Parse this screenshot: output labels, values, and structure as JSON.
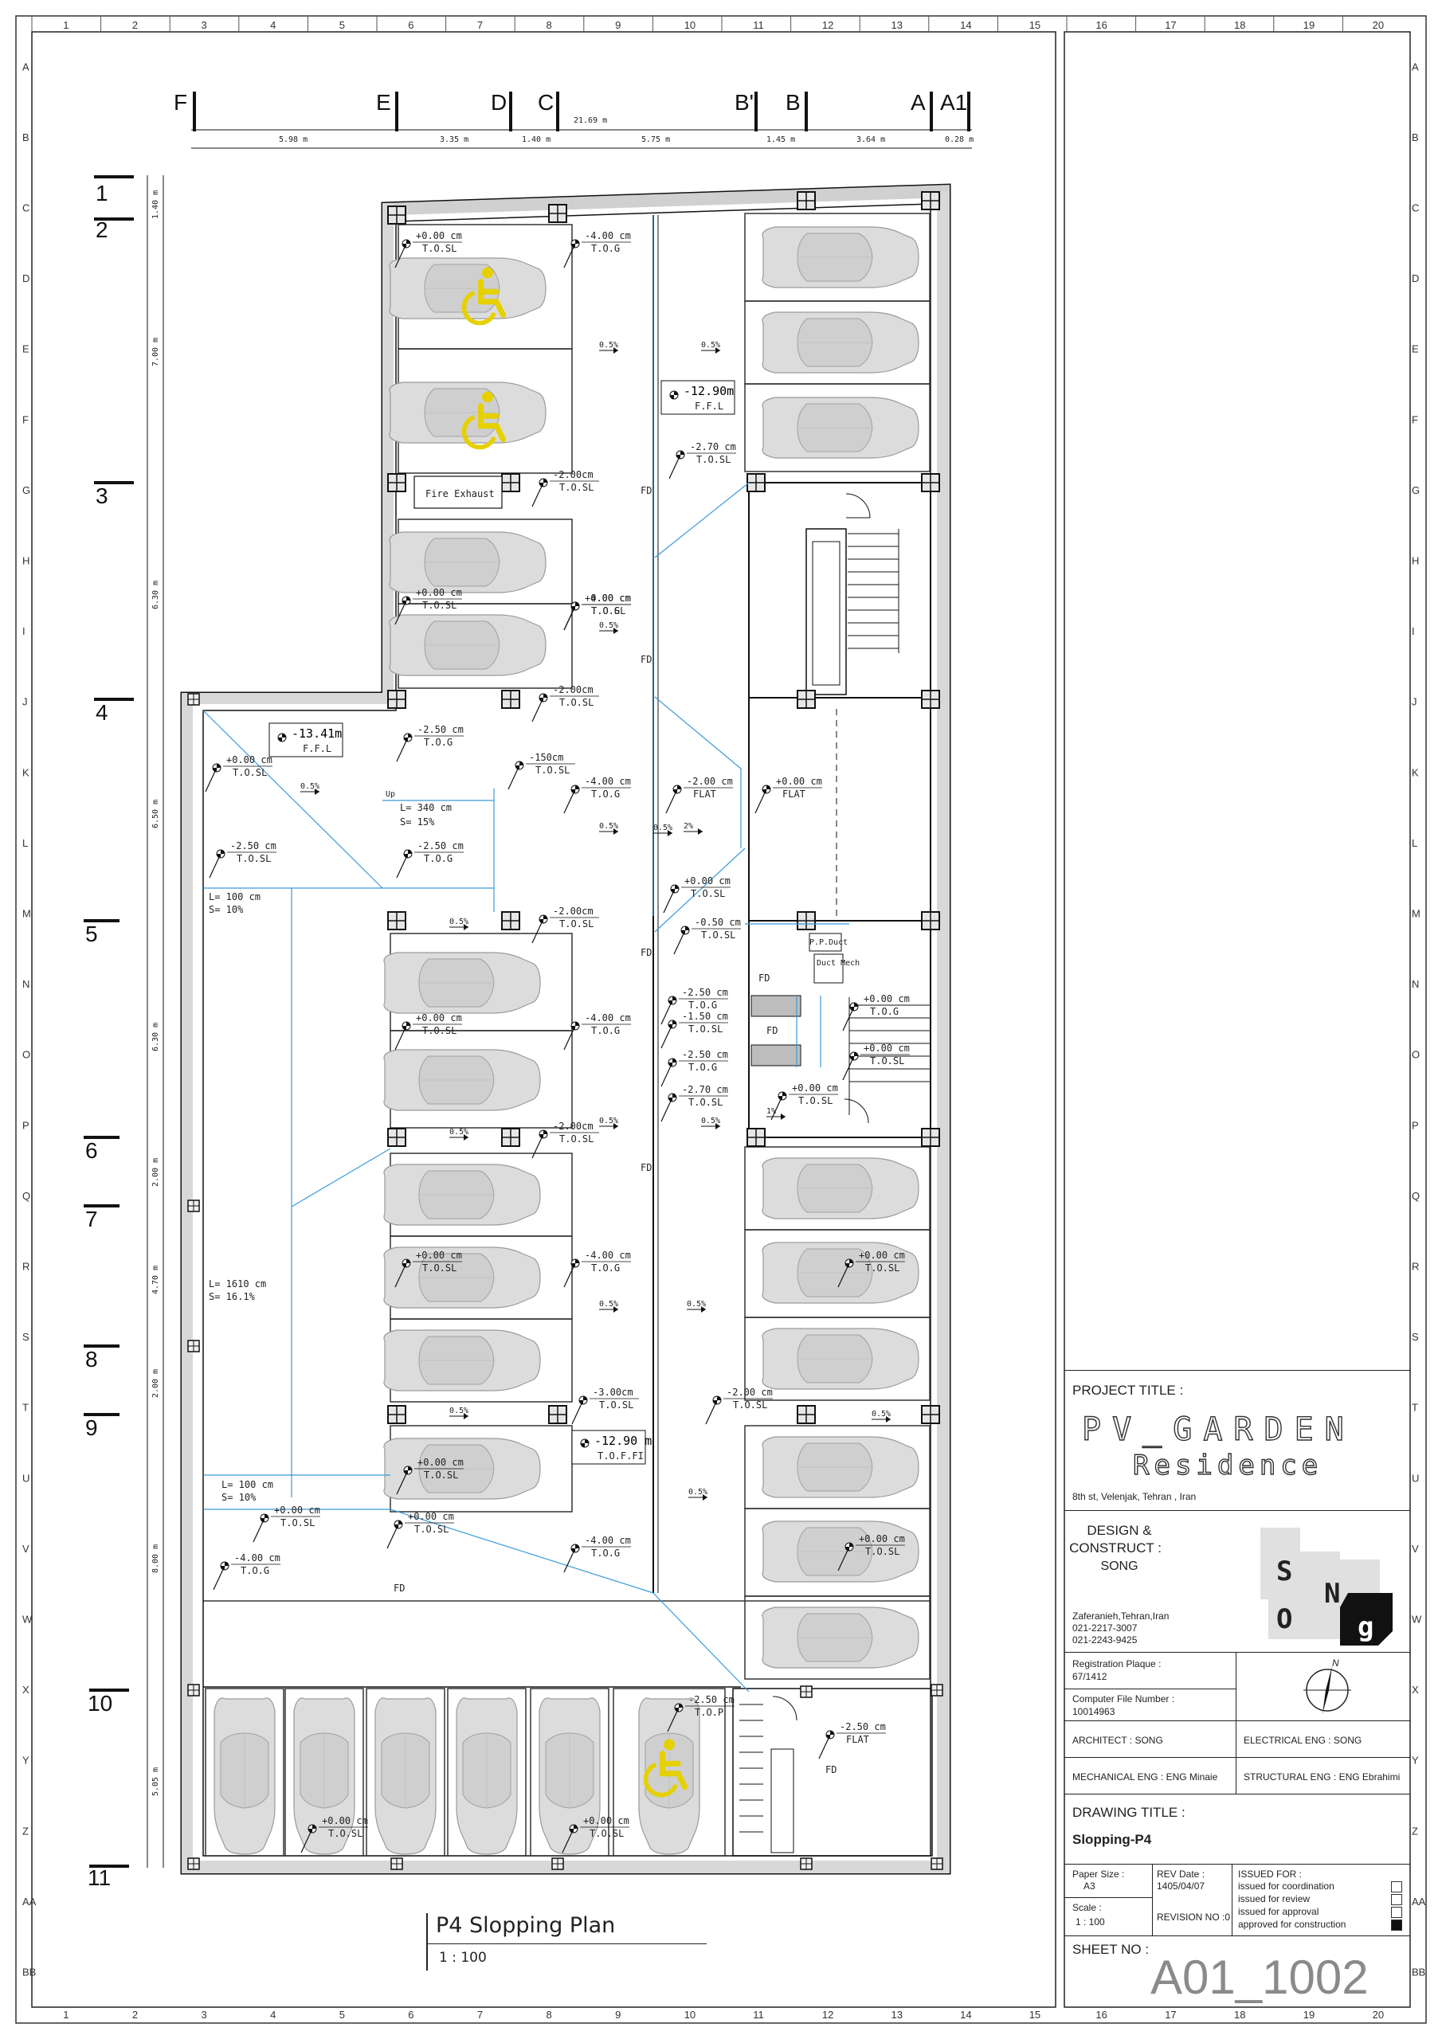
{
  "sheet": {
    "border_columns": [
      "1",
      "2",
      "3",
      "4",
      "5",
      "6",
      "7",
      "8",
      "9",
      "10",
      "11",
      "12",
      "13",
      "14",
      "15",
      "16",
      "17",
      "18",
      "19",
      "20"
    ],
    "border_rows": [
      "A",
      "B",
      "C",
      "D",
      "E",
      "F",
      "G",
      "H",
      "I",
      "J",
      "K",
      "L",
      "M",
      "N",
      "O",
      "P",
      "Q",
      "R",
      "S",
      "T",
      "U",
      "V",
      "W",
      "X",
      "Y",
      "Z",
      "AA",
      "BB"
    ]
  },
  "axes": {
    "letters": [
      "F",
      "E",
      "D",
      "C",
      "B'",
      "B",
      "A",
      "A1"
    ],
    "numbers": [
      "1",
      "2",
      "3",
      "4",
      "5",
      "6",
      "7",
      "8",
      "9",
      "10",
      "11"
    ],
    "top_dims": [
      "5.98 m",
      "3.35 m",
      "1.40 m",
      "5.75 m",
      "1.45 m",
      "3.64 m",
      "0.28 m"
    ],
    "overall_dim": "21.69 m",
    "left_dims": [
      "1.40 m",
      "7.00 m",
      "6.30 m",
      "6.50 m",
      "6.30 m",
      "2.00 m",
      "4.70 m",
      "2.00 m",
      "8.00 m",
      "5.05 m"
    ]
  },
  "plan": {
    "levels": {
      "ffl_top": {
        "value": "-12.90m",
        "label": "F.F.L"
      },
      "ffl_left": {
        "value": "-13.41m",
        "label": "F.F.L"
      },
      "toffi": {
        "value": "-12.90 m",
        "label": "T.O.F.FI"
      }
    },
    "fire_exhaust": "Fire Exhaust",
    "ramps": [
      {
        "length": "L= 340 cm",
        "slope": "S= 15%"
      },
      {
        "length": "L= 100 cm",
        "slope": "S= 10%"
      },
      {
        "length": "L= 1610 cm",
        "slope": "S= 16.1%"
      },
      {
        "length": "L= 100 cm",
        "slope": "S= 10%"
      }
    ],
    "elevation_tags": [
      {
        "v": "+0.00 cm",
        "t": "T.O.SL"
      },
      {
        "v": "-4.00 cm",
        "t": "T.O.G"
      },
      {
        "v": "+0.00 cm",
        "t": "T.O.SL"
      },
      {
        "v": "-2.70 cm",
        "t": "T.O.SL"
      },
      {
        "v": "-2.00cm",
        "t": "T.O.SL"
      },
      {
        "v": "+0.00 cm",
        "t": "T.O.SL"
      },
      {
        "v": "-4.00 cm",
        "t": "T.O.G"
      },
      {
        "v": "-2.00cm",
        "t": "T.O.SL"
      },
      {
        "v": "+0.00 cm",
        "t": "T.O.SL"
      },
      {
        "v": "-2.50 cm",
        "t": "T.O.G"
      },
      {
        "v": "-150cm",
        "t": "T.O.SL"
      },
      {
        "v": "-4.00 cm",
        "t": "T.O.G"
      },
      {
        "v": "-2.00 cm",
        "t": "FLAT"
      },
      {
        "v": "+0.00 cm",
        "t": "FLAT"
      },
      {
        "v": "-2.50 cm",
        "t": "T.O.SL"
      },
      {
        "v": "-2.50 cm",
        "t": "T.O.G"
      },
      {
        "v": "+0.00 cm",
        "t": "T.O.SL"
      },
      {
        "v": "-2.00cm",
        "t": "T.O.SL"
      },
      {
        "v": "-0.50 cm",
        "t": "T.O.SL"
      },
      {
        "v": "+0.00 cm",
        "t": "T.O.SL"
      },
      {
        "v": "-4.00 cm",
        "t": "T.O.G"
      },
      {
        "v": "-2.50 cm",
        "t": "T.O.G"
      },
      {
        "v": "-1.50 cm",
        "t": "T.O.SL"
      },
      {
        "v": "+0.00 cm",
        "t": "T.O.G"
      },
      {
        "v": "-2.50 cm",
        "t": "T.O.G"
      },
      {
        "v": "+0.00 cm",
        "t": "T.O.SL"
      },
      {
        "v": "-2.70 cm",
        "t": "T.O.SL"
      },
      {
        "v": "+0.00 cm",
        "t": "T.O.SL"
      },
      {
        "v": "-2.00cm",
        "t": "T.O.SL"
      },
      {
        "v": "+0.00 cm",
        "t": "T.O.SL"
      },
      {
        "v": "-4.00 cm",
        "t": "T.O.G"
      },
      {
        "v": "+0.00 cm",
        "t": "T.O.SL"
      },
      {
        "v": "-3.00cm",
        "t": "T.O.SL"
      },
      {
        "v": "-2.00 cm",
        "t": "T.O.SL"
      },
      {
        "v": "+0.00 cm",
        "t": "T.O.SL"
      },
      {
        "v": "+0.00 cm",
        "t": "T.O.SL"
      },
      {
        "v": "+0.00 cm",
        "t": "T.O.SL"
      },
      {
        "v": "-4.00 cm",
        "t": "T.O.G"
      },
      {
        "v": "+0.00 cm",
        "t": "T.O.SL"
      },
      {
        "v": "-4.00 cm",
        "t": "T.O.G"
      },
      {
        "v": "-2.50 cm",
        "t": "T.O.P"
      },
      {
        "v": "-2.50 cm",
        "t": "FLAT"
      },
      {
        "v": "+0.00 cm",
        "t": "T.O.SL"
      },
      {
        "v": "+0.00 cm",
        "t": "T.O.SL"
      }
    ],
    "slope_marks": [
      "0.5%",
      "0.5%",
      "0.5%",
      "0.5%",
      "0.5%",
      "0.5%",
      "0.5%",
      "0.5%",
      "0.5%",
      "0.5%",
      "0.5%",
      "0.5%",
      "0.5%",
      "0.5%",
      "0.5%",
      "2%",
      "1%"
    ],
    "fd_label": "FD",
    "pp_duct": "P.P.Duct",
    "duct_mech": "Duct Mech",
    "up_label": "Up"
  },
  "drawing_caption": {
    "title": "P4  Slopping Plan",
    "scale": "1 : 100"
  },
  "title_block": {
    "project_title_label": "PROJECT TITLE :",
    "project_name_line1": "PV_GARDEN",
    "project_name_line2": "Residence",
    "address": "8th st, Velenjak, Tehran , Iran",
    "design_label_1": "DESIGN &",
    "design_label_2": "CONSTRUCT :",
    "design_company": "SONG",
    "company_address": "Zaferanieh,Tehran,Iran",
    "phone_1": "021-2217-3007",
    "phone_2": "021-2243-9425",
    "registration_label": "Registration Plaque :",
    "registration_value": "67/1412",
    "computer_file_label": "Computer File Number :",
    "computer_file_value": "10014963",
    "architect": "ARCHITECT : SONG",
    "electrical": "ELECTRICAL ENG : SONG",
    "mechanical": "MECHANICAL ENG : ENG Minaie",
    "structural": "STRUCTURAL ENG : ENG Ebrahimi",
    "drawing_title_label": "DRAWING TITLE :",
    "drawing_title_value": "Slopping-P4",
    "paper_size_label": "Paper Size :",
    "paper_size_value": "A3",
    "rev_date_label": "REV Date :",
    "rev_date_value": "1405/04/07",
    "scale_label": "Scale :",
    "scale_value": "1 : 100",
    "revision": "REVISION NO :0",
    "issued_for_label": "ISSUED FOR :",
    "issued_items": [
      {
        "label": "issued for coordination",
        "checked": false
      },
      {
        "label": "issued for review",
        "checked": false
      },
      {
        "label": "issued for approval",
        "checked": false
      },
      {
        "label": "approved for construction",
        "checked": true
      }
    ],
    "sheet_no_label": "SHEET NO :",
    "sheet_no_value": "A01_1002",
    "north_label": "N",
    "logo_letters": [
      "S",
      "O",
      "N",
      "g"
    ]
  }
}
